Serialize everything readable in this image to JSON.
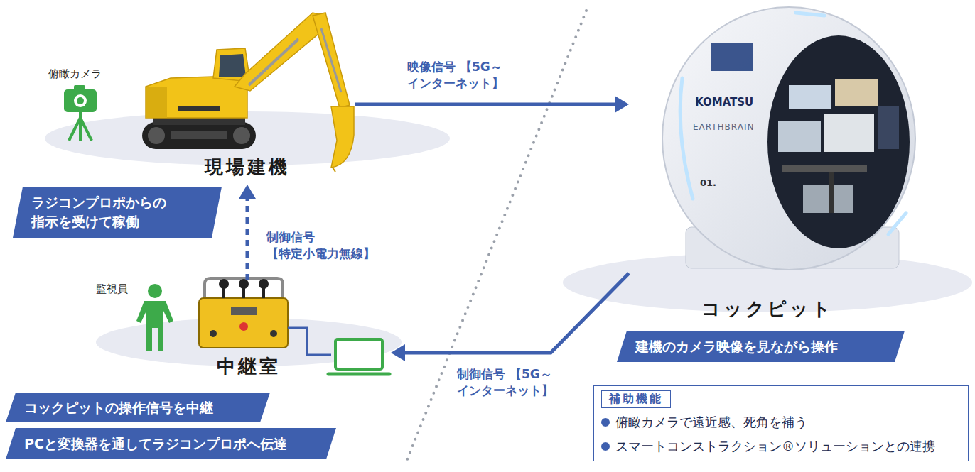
{
  "diagram": {
    "nodes": [
      {
        "text": [
          "現場建機"
        ]
      },
      {
        "text": [
          "ラジコンプロポからの 指示を受けて稼働"
        ]
      },
      {
        "text": [
          "コックピット"
        ]
      },
      {
        "text": [
          "建機のカメラ映像を見ながら操作"
        ]
      },
      {
        "text": [
          "中継室"
        ]
      },
      {
        "text": [
          "コックピットの操作信号を中継"
        ]
      },
      {
        "text": [
          "PCと変換器を通してラジコンプロポへ伝達"
        ]
      },
      {
        "text": [
          "補助機能",
          "俯瞰カメラで遠近感、死角を補う",
          "スマートコンストラクション®ソリューションとの連携"
        ]
      }
    ],
    "edges": [
      {
        "from": 0,
        "to": 2,
        "arrow": "to",
        "label": "映像信号 【5G～インターネット】"
      },
      {
        "from": 4,
        "to": 0,
        "arrow": "to",
        "label": "制御信号 【特定小電力無線】"
      },
      {
        "from": 2,
        "to": 4,
        "arrow": "to",
        "label": "制御信号 【5G～インターネット】"
      }
    ],
    "labels": [
      "俯瞰カメラ",
      "監視員",
      "KOMATSU",
      "EARTHBRAIN",
      "01."
    ]
  }
}
